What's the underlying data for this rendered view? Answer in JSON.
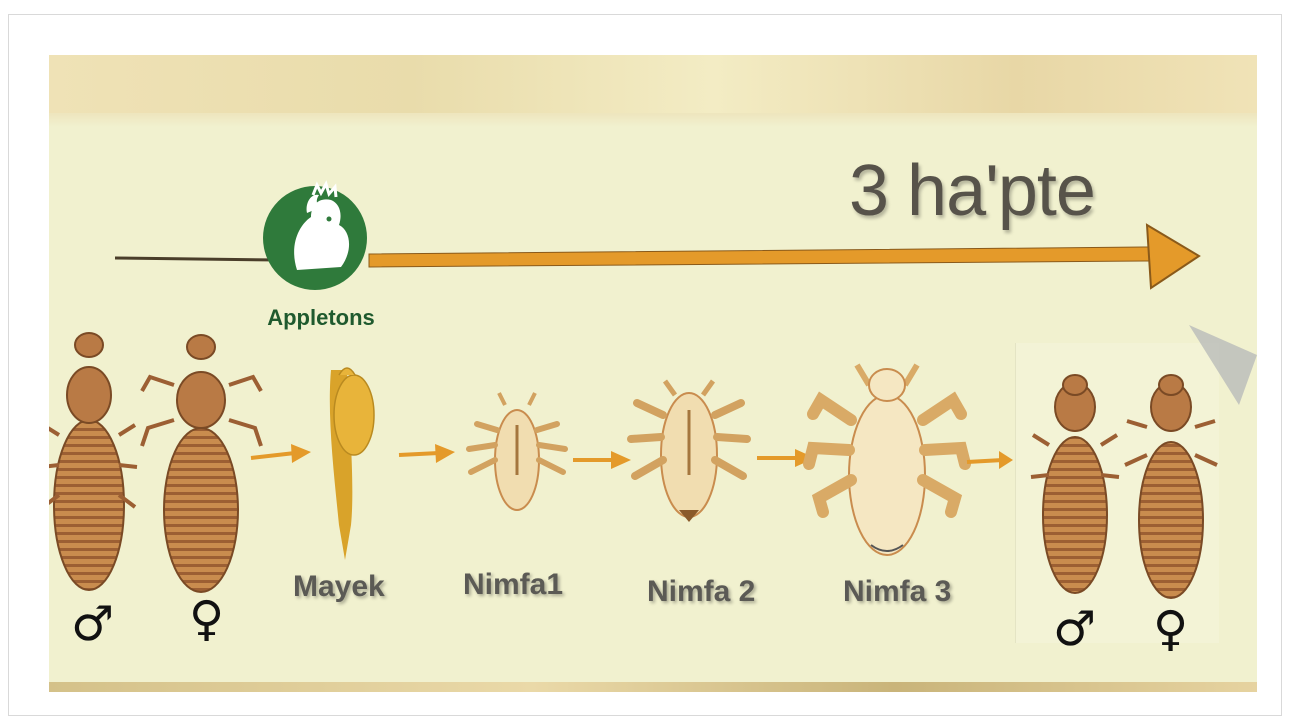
{
  "title": "3 ha'pte",
  "logo": {
    "name": "Appletons"
  },
  "stages": [
    {
      "label": "Mayek"
    },
    {
      "label": "Nimfa1"
    },
    {
      "label": "Nimfa 2"
    },
    {
      "label": "Nimfa 3"
    }
  ],
  "symbols": {
    "male": "♂",
    "female": "♀"
  },
  "colors": {
    "background": "#f1f1cf",
    "arrow": "#e49a2a",
    "logo": "#2f7a3b",
    "louse_body": "#c98c4e",
    "label_text": "#5b5a55"
  },
  "icons": [
    "rooster-logo-icon",
    "male-symbol-icon",
    "female-symbol-icon",
    "louse-icon",
    "egg-icon",
    "nymph-icon",
    "arrow-icon"
  ]
}
